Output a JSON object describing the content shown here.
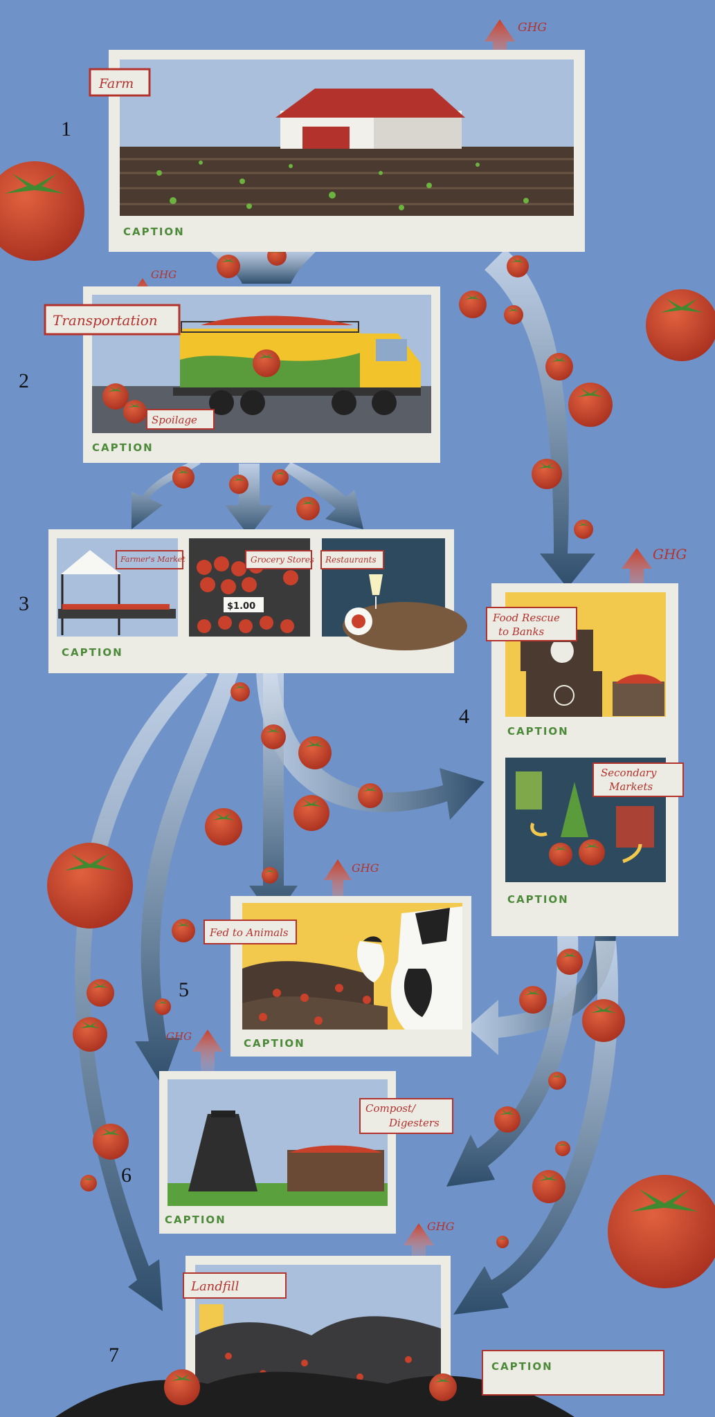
{
  "stages": [
    {
      "number": "1",
      "label": "Farm",
      "caption": "CAPTION"
    },
    {
      "number": "2",
      "label": "Transportation",
      "sublabel": "Spoilage",
      "caption": "CAPTION"
    },
    {
      "number": "3",
      "panels": [
        "Farmer's Market",
        "Grocery Stores",
        "Restaurants"
      ],
      "price": "$1.00",
      "caption": "CAPTION"
    },
    {
      "number": "4",
      "panels": [
        {
          "label_line1": "Food Rescue",
          "label_line2": "to Banks",
          "caption": "CAPTION"
        },
        {
          "label_line1": "Secondary",
          "label_line2": "Markets",
          "caption": "CAPTION"
        }
      ]
    },
    {
      "number": "5",
      "label": "Fed to Animals",
      "caption": "CAPTION"
    },
    {
      "number": "6",
      "label_line1": "Compost/",
      "label_line2": "Digesters",
      "caption": "CAPTION"
    },
    {
      "number": "7",
      "label": "Landfill",
      "caption": "CAPTION"
    }
  ],
  "ghg_label": "GHG",
  "colors": {
    "background": "#6f93c9",
    "frame": "#ecebe4",
    "label_red": "#b3322c",
    "caption_green": "#4c8a3a",
    "arrow": "#2b4a66",
    "tomato": "#c9402b",
    "truck_yellow": "#f2c32a",
    "truck_green": "#5a9b3b",
    "panel_yellow": "#f2c94c",
    "panel_navy": "#2d4a5e"
  }
}
